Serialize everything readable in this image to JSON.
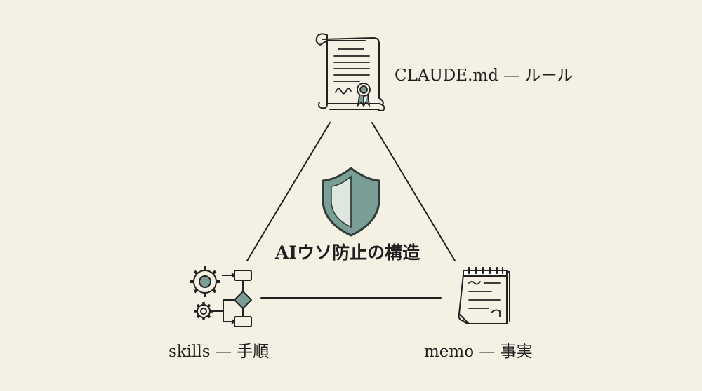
{
  "diagram": {
    "center_title": "AIウソ防止の構造",
    "nodes": {
      "top": {
        "label": "CLAUDE.md — ルール",
        "icon": "certificate-scroll-icon"
      },
      "left": {
        "label": "skills — 手順",
        "icon": "gears-flowchart-icon"
      },
      "right": {
        "label": "memo — 事実",
        "icon": "notepad-icon"
      }
    },
    "center_icon": "shield-icon",
    "colors": {
      "background": "#f4f0e3",
      "ink": "#1f1f1f",
      "shield_fill": "#7a9e95"
    }
  }
}
